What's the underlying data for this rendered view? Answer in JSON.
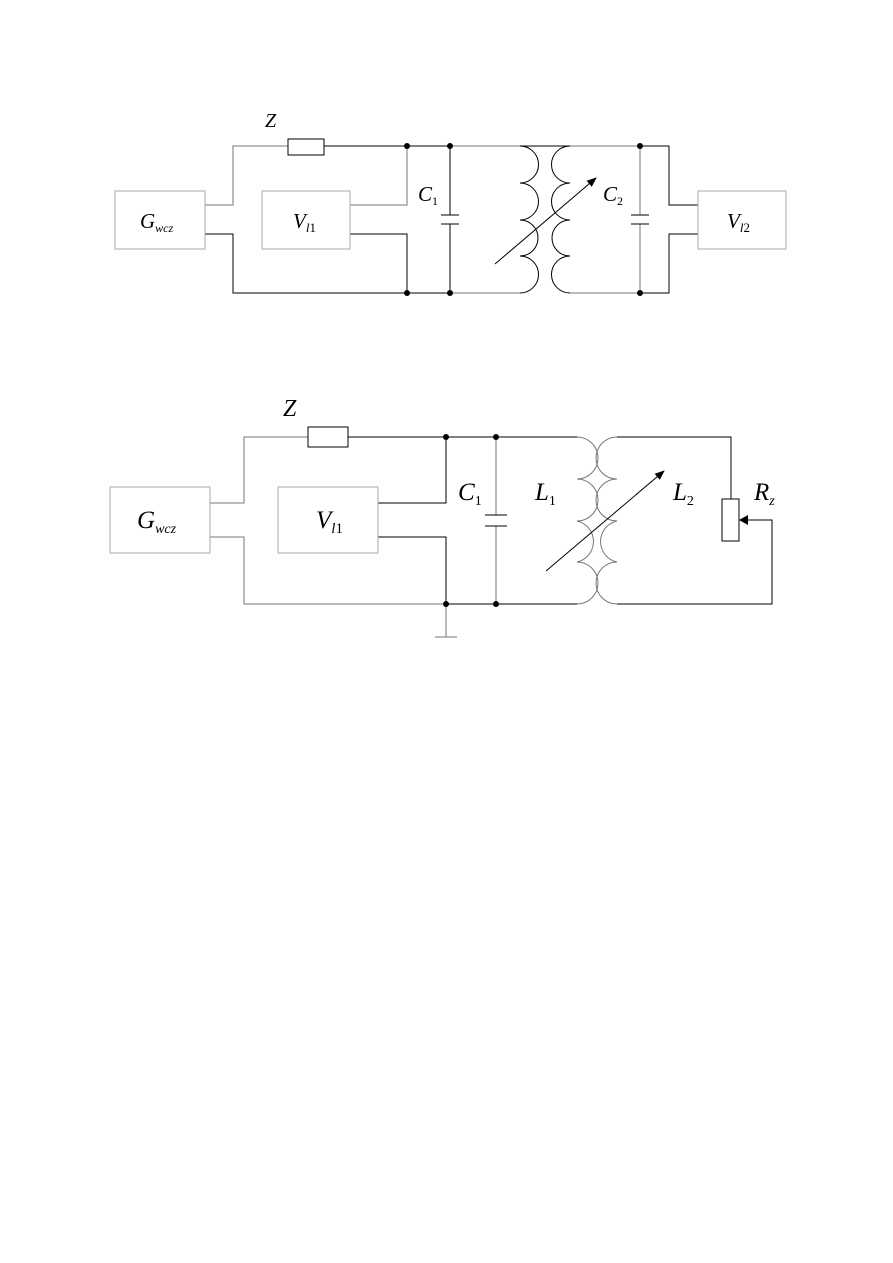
{
  "page": {
    "background": "#ffffff"
  },
  "diagrams": [
    {
      "name": "circuit-1-coupled-resonant-circuits",
      "labels": {
        "resistor": "Z",
        "generator": {
          "main": "G",
          "sub": "wcz"
        },
        "voltmeter1": {
          "main": "V",
          "sub_italic": "l",
          "sub_num": "1"
        },
        "voltmeter2": {
          "main": "V",
          "sub_italic": "l",
          "sub_num": "2"
        },
        "capacitor1": {
          "main": "C",
          "sub": "1"
        },
        "capacitor2": {
          "main": "C",
          "sub": "2"
        }
      }
    },
    {
      "name": "circuit-2-loaded-secondary",
      "labels": {
        "resistor": "Z",
        "generator": {
          "main": "G",
          "sub": "wcz"
        },
        "voltmeter1": {
          "main": "V",
          "sub_italic": "l",
          "sub_num": "1"
        },
        "capacitor1": {
          "main": "C",
          "sub": "1"
        },
        "inductor1": {
          "main": "L",
          "sub": "1"
        },
        "inductor2": {
          "main": "L",
          "sub": "2"
        },
        "load": {
          "main": "R",
          "sub": "z"
        }
      }
    }
  ]
}
